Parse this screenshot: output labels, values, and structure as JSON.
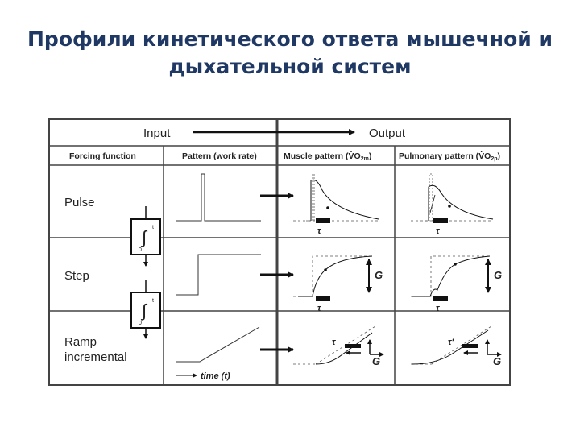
{
  "title": {
    "line1": "Профили кинетического ответа мышечной и",
    "line2": "дыхательной систем"
  },
  "diagram": {
    "header": {
      "input": "Input",
      "output": "Output"
    },
    "columns": {
      "forcing": "Forcing function",
      "pattern": "Pattern (work rate)",
      "muscle": "Muscle pattern (V̇O",
      "muscle_sub": "2m",
      "pulmonary": "Pulmonary pattern (V̇O",
      "pulmonary_sub": "2p"
    },
    "rows": {
      "pulse": "Pulse",
      "step": "Step",
      "ramp_line1": "Ramp",
      "ramp_line2": "incremental"
    },
    "labels": {
      "tau": "τ",
      "tau_prime": "τ'",
      "gain": "G",
      "time_axis": "time (t)"
    },
    "integral": {
      "symbol": "∫",
      "upper": "t",
      "lower": "0"
    }
  }
}
